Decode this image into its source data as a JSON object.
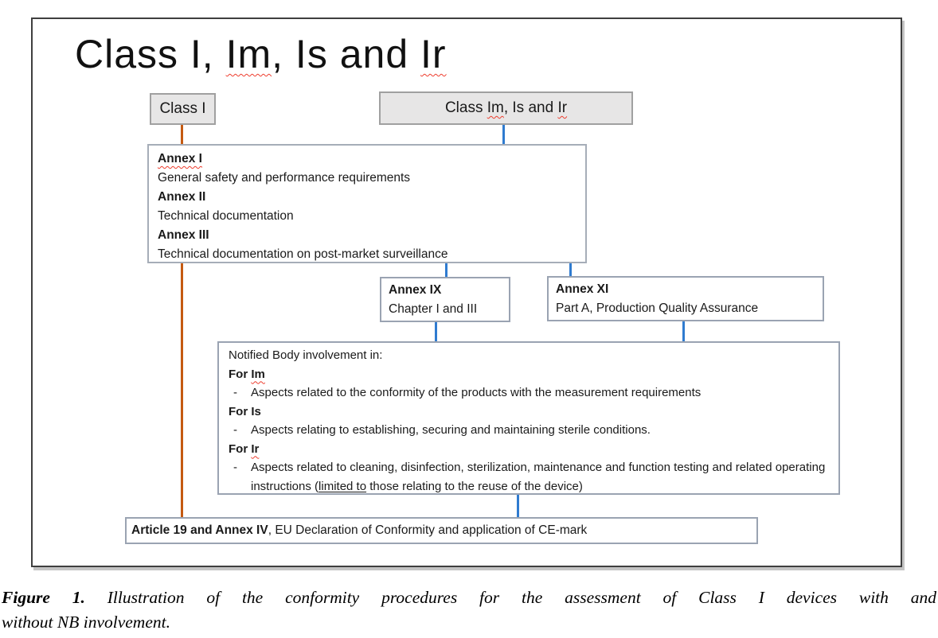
{
  "colors": {
    "orange_connector": "#C55A11",
    "blue_connector": "#2f7bd0",
    "gray_box_fill": "#e7e6e6"
  },
  "title": {
    "part1": "Class I, ",
    "misspelled1": "Im",
    "part2": ", Is and ",
    "misspelled2": "Ir"
  },
  "top_boxes": {
    "class1_label": "Class I",
    "classim": {
      "part1": "Class ",
      "misspelled1": "Im",
      "part2": ", Is and ",
      "misspelled2": "Ir"
    }
  },
  "annex_box": {
    "items": [
      {
        "label": "Annex I",
        "desc": "General safety and performance requirements"
      },
      {
        "label": "Annex II",
        "desc": "Technical documentation"
      },
      {
        "label": "Annex III",
        "desc": "Technical documentation on post-market surveillance"
      }
    ]
  },
  "annex_ix_box": {
    "label": "Annex IX",
    "desc": "Chapter I and III"
  },
  "annex_xi_box": {
    "label": "Annex XI",
    "desc": "Part A, Production Quality Assurance"
  },
  "nb_box": {
    "intro": "Notified Body involvement in:",
    "bullet_char": "-",
    "sections": [
      {
        "prefix": "For ",
        "word": "Im",
        "bullet": "Aspects related to the conformity of the products with the measurement requirements"
      },
      {
        "prefix": "For ",
        "word": "Is",
        "bullet": "Aspects relating to establishing, securing and maintaining sterile conditions."
      },
      {
        "prefix": "For ",
        "word": "Ir",
        "bullet_part1": "Aspects related to cleaning, disinfection, sterilization, maintenance and function testing and related operating instructions (",
        "bullet_underlined": "limited to",
        "bullet_part2": " those relating to the reuse of the device)"
      }
    ]
  },
  "article_box": {
    "bold": "Article 19 and Annex IV",
    "rest": ", EU Declaration of Conformity and application of CE-mark"
  },
  "caption": {
    "figure_label": "Figure 1.",
    "line1_rest": " Illustration of the conformity procedures for the assessment of Class I devices with and",
    "line2": "without NB involvement."
  }
}
